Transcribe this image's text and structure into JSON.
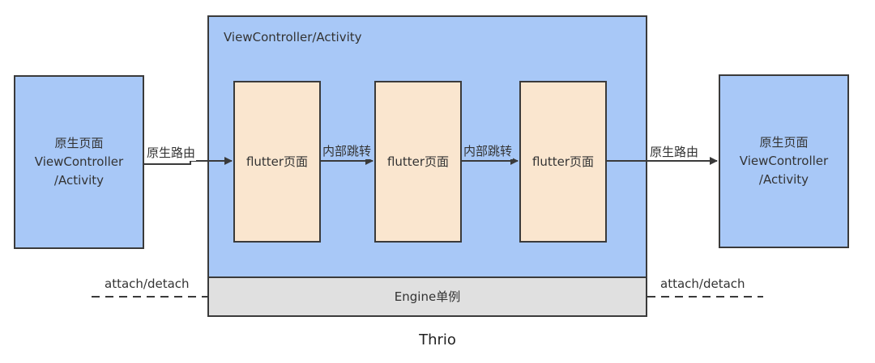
{
  "outer_container": {
    "title": "ViewController/Activity"
  },
  "native_left": {
    "text": "原生页面\nViewController\n/Activity"
  },
  "native_right": {
    "text": "原生页面\nViewController\n/Activity"
  },
  "flutter_pages": [
    "flutter页面",
    "flutter页面",
    "flutter页面"
  ],
  "arrows": {
    "left_route": "原生路由",
    "internal_1": "内部跳转",
    "internal_2": "内部跳转",
    "right_route": "原生路由"
  },
  "engine": {
    "label": "Engine单例"
  },
  "attach_left": "attach/detach",
  "attach_right": "attach/detach",
  "caption": "Thrio"
}
